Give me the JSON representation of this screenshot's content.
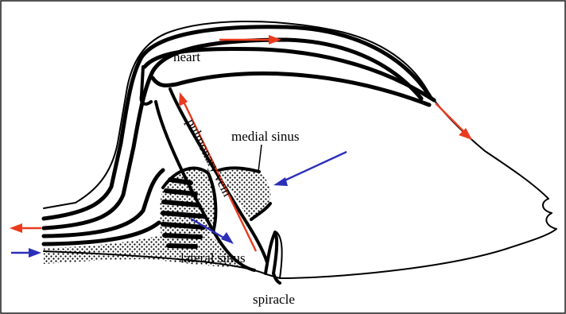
{
  "labels": {
    "heart": "heart",
    "medial_sinus": "medial sinus",
    "pulmonary_vein": "pulmonary vein",
    "lateral_sinus": "lateral sinus",
    "spiracle": "spiracle"
  },
  "colors": {
    "red_arrow": "#ea3b1f",
    "blue_arrow": "#2b2fb8",
    "outline": "#000000",
    "frame": "#1a1a1a"
  }
}
